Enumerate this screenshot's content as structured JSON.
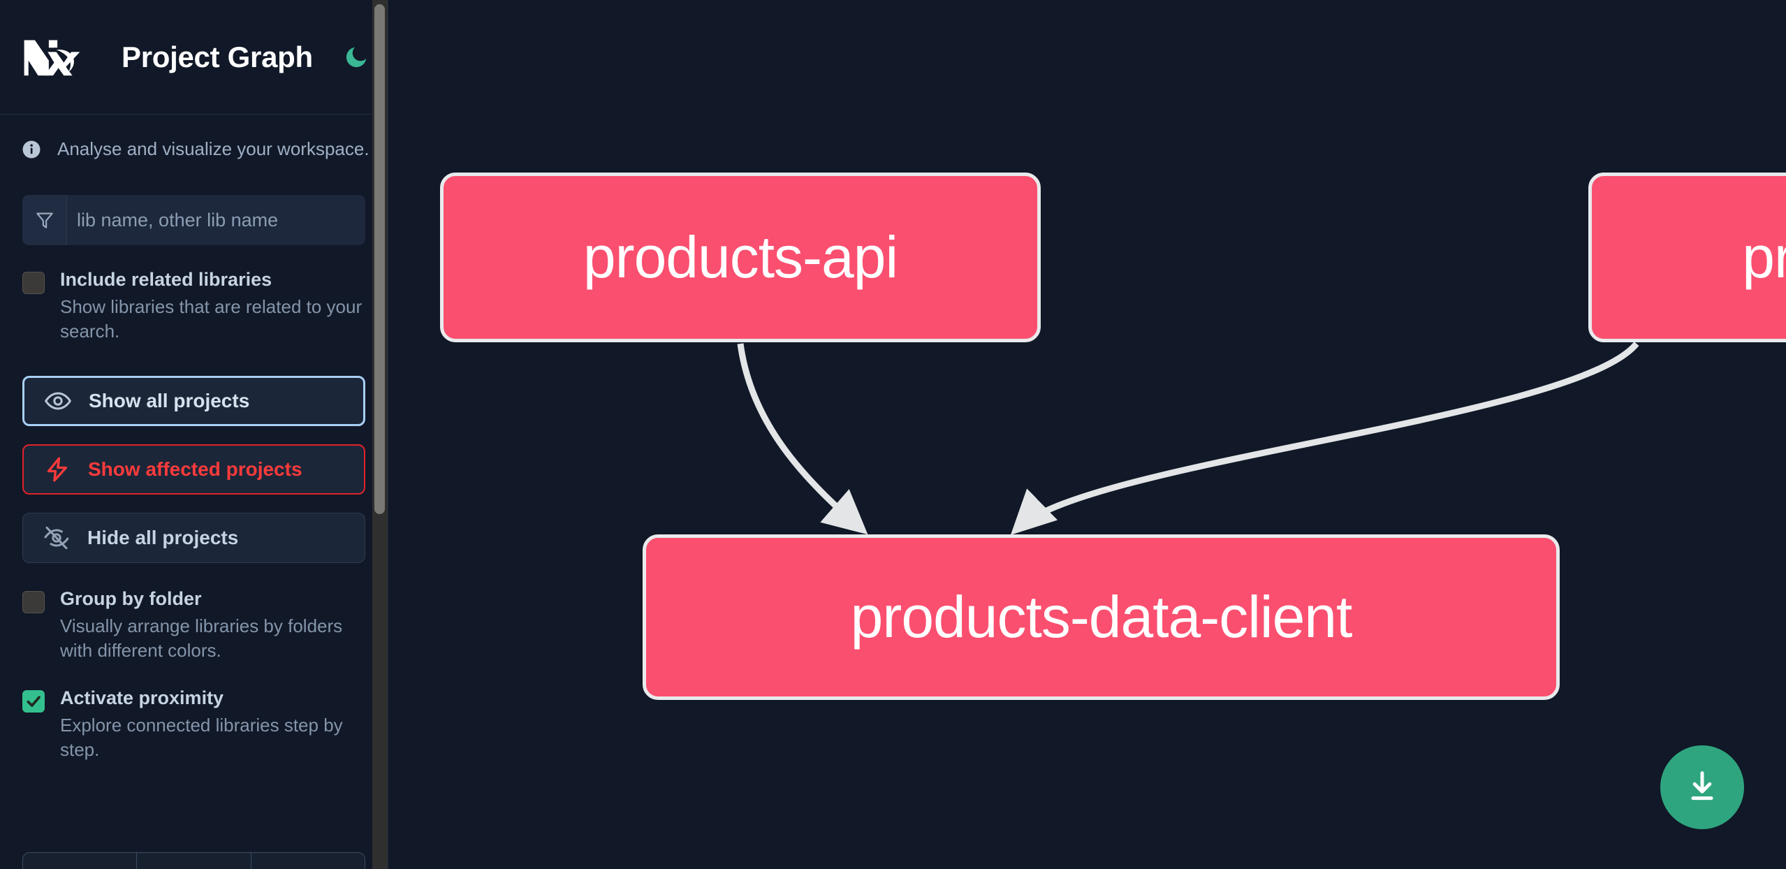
{
  "header": {
    "logo_name": "nx-logo",
    "title": "Project Graph",
    "theme_toggle_icon": "moon-icon",
    "theme_toggle_color": "#3ab795"
  },
  "info": {
    "icon": "info-icon",
    "text": "Analyse and visualize your workspace."
  },
  "search": {
    "icon": "filter-icon",
    "placeholder": "lib name, other lib name",
    "value": ""
  },
  "options": [
    {
      "name": "include-related-libraries",
      "label": "Include related libraries",
      "description": "Show libraries that are related to your search.",
      "checked": false
    },
    {
      "name": "group-by-folder",
      "label": "Group by folder",
      "description": "Visually arrange libraries by folders with different colors.",
      "checked": false
    },
    {
      "name": "activate-proximity",
      "label": "Activate proximity",
      "description": "Explore connected libraries step by step.",
      "checked": true
    }
  ],
  "buttons": [
    {
      "name": "show-all-projects",
      "label": "Show all projects",
      "icon": "eye-icon",
      "state": "active"
    },
    {
      "name": "show-affected-projects",
      "label": "Show affected projects",
      "icon": "lightning-bolt-icon",
      "state": "affected"
    },
    {
      "name": "hide-all-projects",
      "label": "Hide all projects",
      "icon": "eye-off-icon",
      "state": "default"
    }
  ],
  "download": {
    "icon": "download-icon",
    "color": "#2fa57f"
  },
  "graph": {
    "node_color": "#fb4f6f",
    "node_border_color": "#e8eaec",
    "edge_color": "#e8eaec",
    "nodes": [
      {
        "id": "products-api",
        "label": "products-api"
      },
      {
        "id": "products-cli",
        "label": "products-cli"
      },
      {
        "id": "products-data-client",
        "label": "products-data-client"
      }
    ],
    "edges": [
      {
        "from": "products-api",
        "to": "products-data-client"
      },
      {
        "from": "products-cli",
        "to": "products-data-client"
      }
    ]
  },
  "scrollbar": {
    "name": "sidebar-scrollbar"
  }
}
